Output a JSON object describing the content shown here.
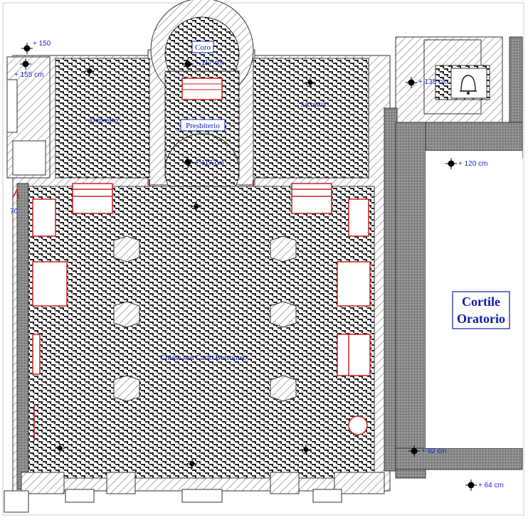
{
  "colors": {
    "wall_hatch": "#777777",
    "paving_dark": "#222222",
    "paving_light": "#ffffff",
    "grey_zone": "#8a8a8a",
    "label_blue": "#0b1ca8",
    "level_blue": "#1a2bd0",
    "red_outline": "#c8201e",
    "frame": "#cccccc"
  },
  "rooms": {
    "coro": "Coro",
    "presbiterio": "Presbiterio",
    "cortile_line1": "Cortile",
    "cortile_line2": "Oratorio",
    "deposito": "Deposito",
    "sacrestia": "Sacrestia",
    "nave": "Chiesa san Carlo Borromeo"
  },
  "levels": {
    "l150": "+ 150",
    "l155": "+ 155 cm",
    "l117a": "+ 117 cm",
    "l117b": "+ 117 cm",
    "l135": "+ 135 cm",
    "l120": "+ 120 cm",
    "l92": "+ 92 cm",
    "l64": "+ 64 cm",
    "l70": "70"
  },
  "icons": {
    "bell": "bell-icon"
  }
}
